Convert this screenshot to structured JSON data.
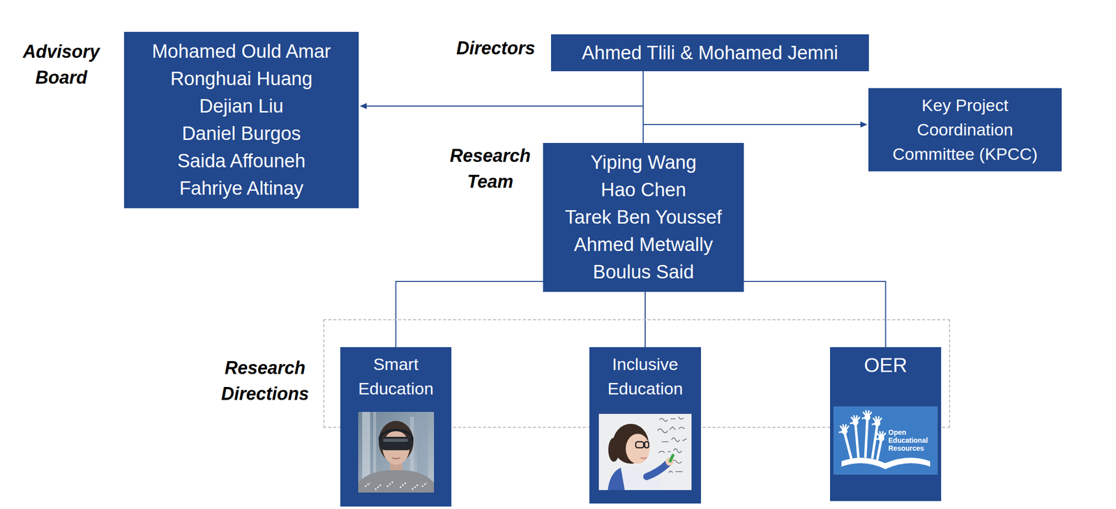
{
  "diagram": {
    "nodes": [
      {
        "text": [
          "Advisory Board",
          "Mohamed Ould Amar",
          "Ronghuai Huang",
          "Dejian Liu",
          "Daniel Burgos",
          "Saida Affouneh",
          "Fahriye Altinay"
        ]
      },
      {
        "text": [
          "Directors",
          "Ahmed Tlili & Mohamed Jemni"
        ]
      },
      {
        "text": [
          "Key Project Coordination Committee (KPCC)"
        ]
      },
      {
        "text": [
          "Research Team",
          "Yiping Wang",
          "Hao Chen",
          "Tarek Ben Youssef",
          "Ahmed Metwally",
          "Boulus Said"
        ]
      },
      {
        "text": [
          "Research Directions"
        ]
      },
      {
        "text": [
          "Smart Education"
        ],
        "in": 4
      },
      {
        "text": [
          "Inclusive Education"
        ],
        "in": 4
      },
      {
        "text": [
          "OER"
        ],
        "in": 4
      }
    ],
    "edges": [
      {
        "from": 1,
        "to": 0,
        "arrow": "to"
      },
      {
        "from": 1,
        "to": 2,
        "arrow": "to"
      },
      {
        "from": 1,
        "to": 3,
        "arrow": "none"
      },
      {
        "from": 3,
        "to": 5,
        "arrow": "none"
      },
      {
        "from": 3,
        "to": 6,
        "arrow": "none"
      },
      {
        "from": 3,
        "to": 7,
        "arrow": "none"
      }
    ],
    "labels": [
      "Open Educational Resources"
    ]
  }
}
